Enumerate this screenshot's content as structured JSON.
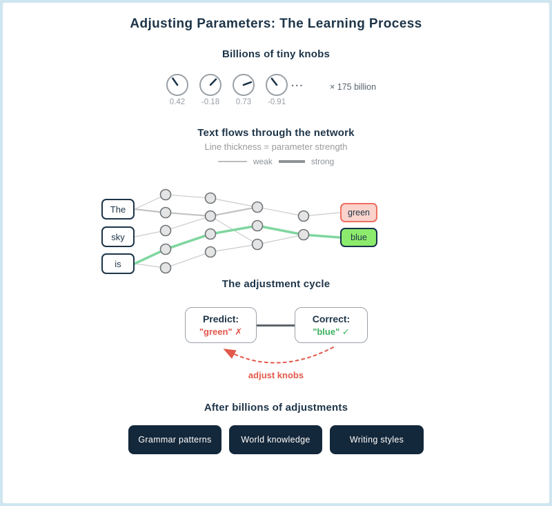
{
  "page": {
    "title": "Adjusting Parameters: The Learning Process"
  },
  "knobs": {
    "heading": "Billions of tiny knobs",
    "items": [
      {
        "value": "0.42"
      },
      {
        "value": "-0.18"
      },
      {
        "value": "0.73"
      },
      {
        "value": "-0.91"
      }
    ],
    "ellipsis": "...",
    "multiplier": "× 175 billion"
  },
  "network": {
    "heading": "Text flows through the network",
    "subtitle": "Line thickness = parameter strength",
    "legend": {
      "weak": "weak",
      "strong": "strong"
    },
    "inputs": [
      "The",
      "sky",
      "is"
    ],
    "outputs": [
      {
        "label": "green",
        "state": "incorrect"
      },
      {
        "label": "blue",
        "state": "correct"
      }
    ]
  },
  "cycle": {
    "heading": "The adjustment cycle",
    "predict": {
      "label": "Predict:",
      "value": "\"green\"",
      "mark": "✗"
    },
    "correct": {
      "label": "Correct:",
      "value": "\"blue\"",
      "mark": "✓"
    },
    "arrow_label": "adjust knobs"
  },
  "results": {
    "heading": "After billions of adjustments",
    "items": [
      "Grammar patterns",
      "World knowledge",
      "Writing styles"
    ]
  },
  "colors": {
    "navy": "#1d3448",
    "frame_blue": "#cfe6f0",
    "path_green": "#80d6a0",
    "correct_green": "#3eb260",
    "error_red": "#e0554a",
    "output_correct_fill": "#8ceb6c",
    "output_incorrect_fill": "#fad3cc",
    "output_incorrect_border": "#ee6e61",
    "pill_navy": "#14283b",
    "muted_gray": "#9a9a9a"
  }
}
